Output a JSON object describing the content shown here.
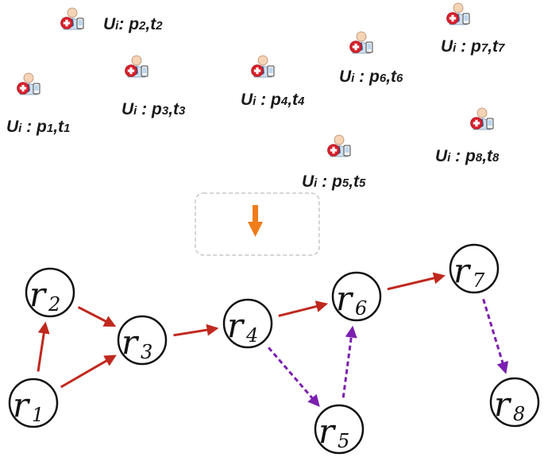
{
  "colors": {
    "user_dot": "#d71f2a",
    "arrow_orange": "#f07c1a",
    "edge_solid": "#c0281e",
    "edge_dashed": "#7b1fb0",
    "node_stroke": "#111111"
  },
  "icon": "user-with-medical-cross-and-phone-icon",
  "users": [
    {
      "prefix": "U",
      "sub_i": "i",
      "sep": ":",
      "p": "p",
      "p_idx": "2",
      "t": "t",
      "t_idx": "2"
    },
    {
      "prefix": "U",
      "sub_i": "i",
      "sep": " :",
      "p": "p",
      "p_idx": "1",
      "t": "t",
      "t_idx": "1"
    },
    {
      "prefix": "U",
      "sub_i": "i",
      "sep": " :",
      "p": "p",
      "p_idx": "3",
      "t": "t",
      "t_idx": "3"
    },
    {
      "prefix": "U",
      "sub_i": "i",
      "sep": " :",
      "p": "p",
      "p_idx": "4",
      "t": "t",
      "t_idx": "4"
    },
    {
      "prefix": "U",
      "sub_i": "i",
      "sep": " :",
      "p": "p",
      "p_idx": "6",
      "t": "t",
      "t_idx": "6"
    },
    {
      "prefix": "U",
      "sub_i": "i",
      "sep": " :",
      "p": "p",
      "p_idx": "7",
      "t": "t",
      "t_idx": "7"
    },
    {
      "prefix": "U",
      "sub_i": "i",
      "sep": " :",
      "p": "p",
      "p_idx": "5",
      "t": "t",
      "t_idx": "5"
    },
    {
      "prefix": "U",
      "sub_i": "i",
      "sep": " :",
      "p": "p",
      "p_idx": "8",
      "t": "t",
      "t_idx": "8"
    }
  ],
  "nodes": [
    {
      "id": "r1",
      "letter": "r",
      "index": "1"
    },
    {
      "id": "r2",
      "letter": "r",
      "index": "2"
    },
    {
      "id": "r3",
      "letter": "r",
      "index": "3"
    },
    {
      "id": "r4",
      "letter": "r",
      "index": "4"
    },
    {
      "id": "r5",
      "letter": "r",
      "index": "5"
    },
    {
      "id": "r6",
      "letter": "r",
      "index": "6"
    },
    {
      "id": "r7",
      "letter": "r",
      "index": "7"
    },
    {
      "id": "r8",
      "letter": "r",
      "index": "8"
    }
  ],
  "edges": [
    {
      "from": "r1",
      "to": "r2",
      "style": "solid"
    },
    {
      "from": "r1",
      "to": "r3",
      "style": "solid"
    },
    {
      "from": "r2",
      "to": "r3",
      "style": "solid"
    },
    {
      "from": "r3",
      "to": "r4",
      "style": "solid"
    },
    {
      "from": "r4",
      "to": "r6",
      "style": "solid"
    },
    {
      "from": "r6",
      "to": "r7",
      "style": "solid"
    },
    {
      "from": "r4",
      "to": "r5",
      "style": "dashed"
    },
    {
      "from": "r5",
      "to": "r6",
      "style": "dashed"
    },
    {
      "from": "r7",
      "to": "r8",
      "style": "dashed"
    }
  ]
}
